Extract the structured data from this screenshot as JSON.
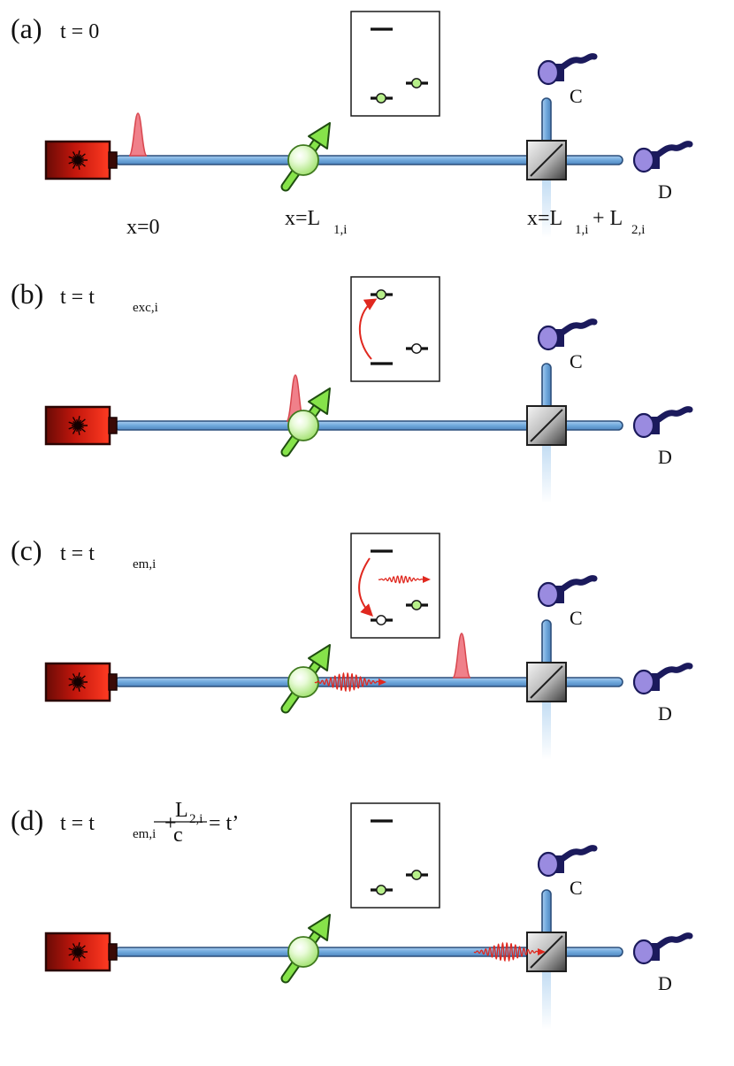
{
  "colors": {
    "fiber_fill": "#6fa8dc",
    "fiber_edge": "#2c4f7c",
    "laser_red": "#e02618",
    "pulse_fill": "#f0808a",
    "wave_red": "#e0281f",
    "atom_green": "#b7ef8a",
    "arrow_green": "#86e34a",
    "detector_purple": "#9a8be0",
    "detector_dark": "#1b1a5c",
    "splitter_gray": "#9a9a9a"
  },
  "icons": {
    "source": "laser-source-icon",
    "atom": "atom-spin-icon",
    "beam_splitter": "beam-splitter-icon",
    "detector": "detector-icon"
  },
  "panels": [
    {
      "label": "(a)",
      "time_text": "t = 0",
      "pulse": "before-atom",
      "inset": "ground",
      "positions": {
        "source": "x=0",
        "atom": "x=L",
        "atom_sub": "1,i",
        "splitter_main": "x=L",
        "splitter_sub1": "1,i",
        "splitter_plus": " + L",
        "splitter_sub2": "2,i"
      },
      "detector_c": "C",
      "detector_d": "D"
    },
    {
      "label": "(b)",
      "time_prefix": "t = t",
      "time_sub": "exc,i",
      "pulse": "at-atom",
      "inset": "excitation",
      "detector_c": "C",
      "detector_d": "D"
    },
    {
      "label": "(c)",
      "time_prefix": "t = t",
      "time_sub": "em,i",
      "pulse": "emitted",
      "inset": "emission",
      "detector_c": "C",
      "detector_d": "D"
    },
    {
      "label": "(d)",
      "time_prefix": "t = t",
      "time_sub": "em,i",
      "plus": "+",
      "frac_num": "L",
      "frac_num_sub": "2,i",
      "frac_den": "c",
      "time_suffix": "= t’",
      "pulse": "at-splitter",
      "inset": "ground",
      "detector_c": "C",
      "detector_d": "D"
    }
  ]
}
